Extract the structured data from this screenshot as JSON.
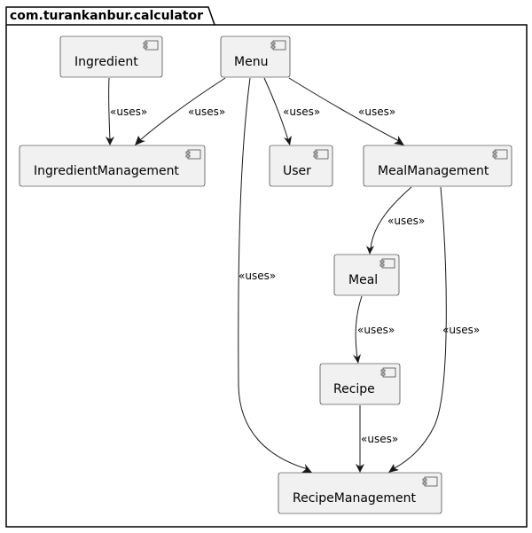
{
  "package": {
    "name": "com.turankanbur.calculator"
  },
  "components": {
    "ingredient": "Ingredient",
    "menu": "Menu",
    "ingredient_management": "IngredientManagement",
    "user": "User",
    "meal_management": "MealManagement",
    "meal": "Meal",
    "recipe": "Recipe",
    "recipe_management": "RecipeManagement"
  },
  "relations": {
    "ingredient_to_ingredient_management": "«uses»",
    "menu_to_ingredient_management": "«uses»",
    "menu_to_user": "«uses»",
    "menu_to_meal_management": "«uses»",
    "menu_to_recipe_management": "«uses»",
    "meal_management_to_meal": "«uses»",
    "meal_to_recipe": "«uses»",
    "meal_management_to_recipe_management": "«uses»",
    "recipe_to_recipe_management": "«uses»"
  }
}
